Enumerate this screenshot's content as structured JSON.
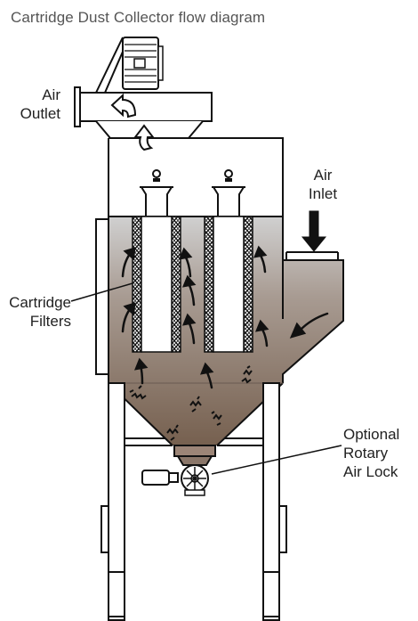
{
  "title": "Cartridge Dust Collector flow diagram",
  "labels": {
    "air_outlet": [
      "Air",
      "Outlet"
    ],
    "air_inlet": [
      "Air",
      "Inlet"
    ],
    "cartridge_filters": [
      "Cartridge",
      "Filters"
    ],
    "rotary_air_lock": [
      "Optional",
      "Rotary",
      "Air Lock"
    ]
  },
  "colors": {
    "line": "#111111",
    "dust_top": "#c9c9c9",
    "dust_bottom": "#7d6658",
    "background": "#ffffff"
  }
}
